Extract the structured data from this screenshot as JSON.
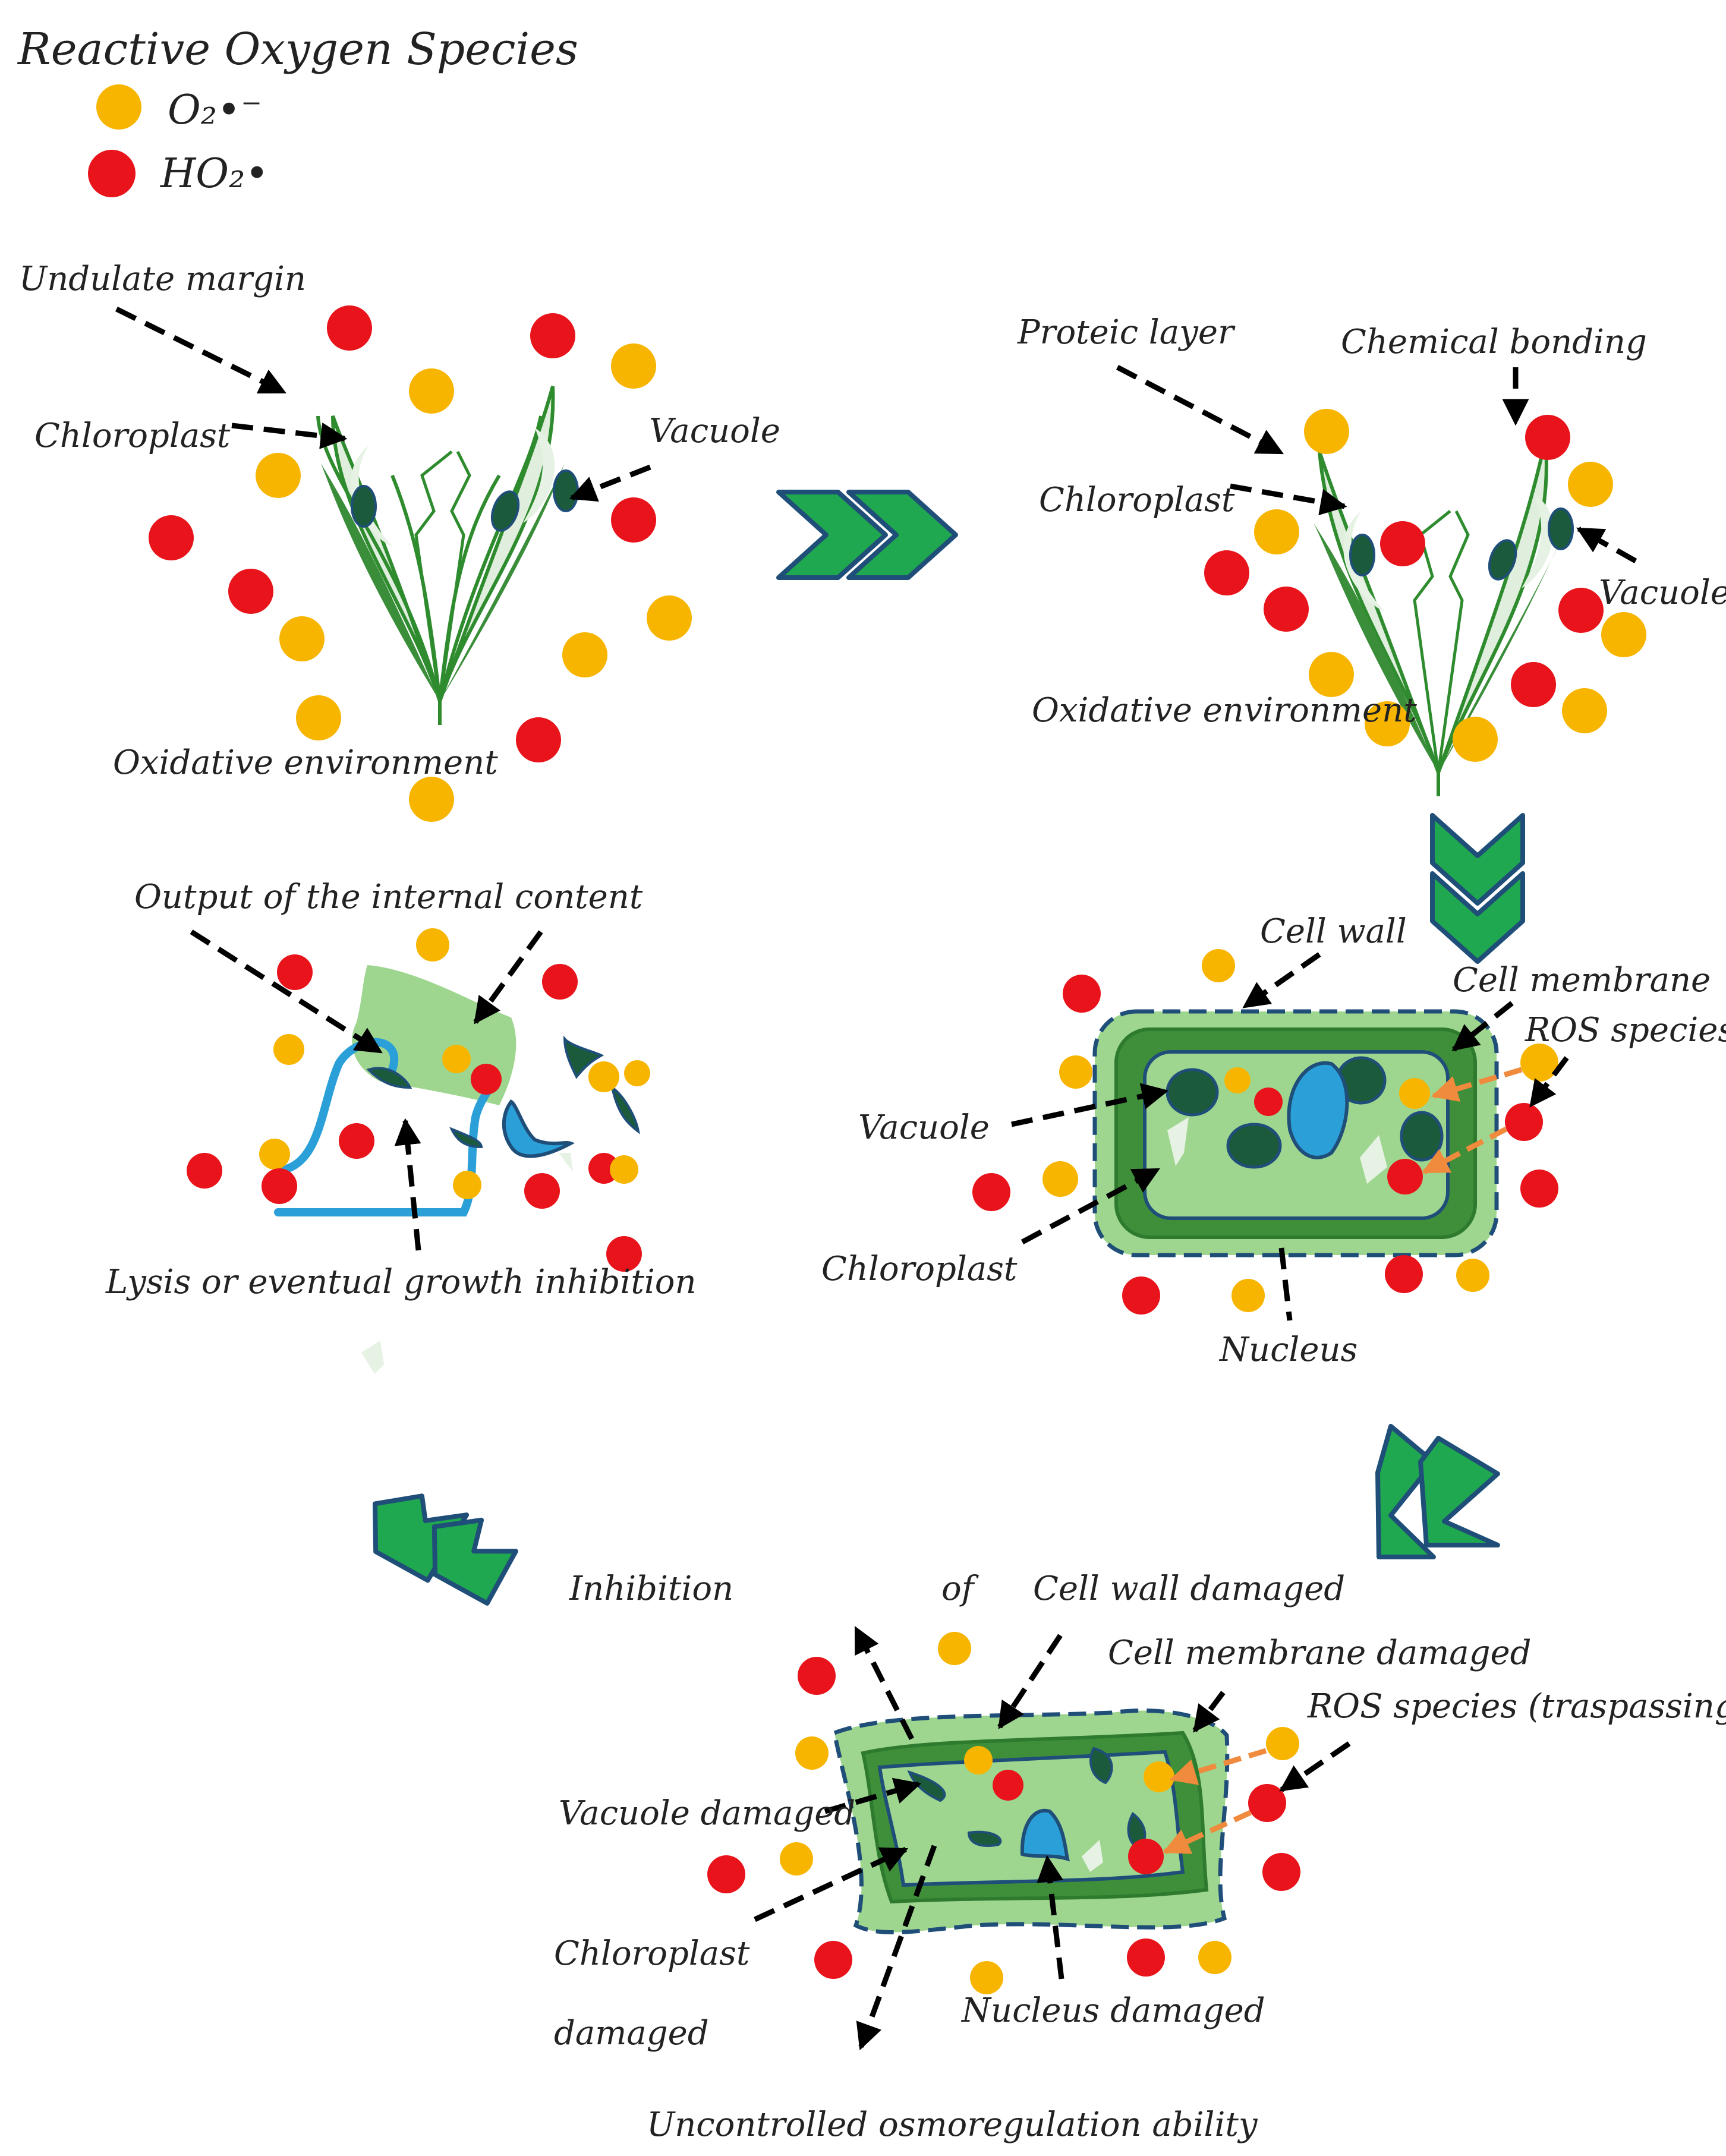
{
  "legend": {
    "title": "Reactive Oxygen Species",
    "superoxide_label": "O₂•⁻",
    "hydroperoxyl_label": "HO₂•",
    "colors": {
      "superoxide": "#f7b500",
      "hydroperoxyl": "#e8131b"
    }
  },
  "panel1": {
    "undulate_margin": "Undulate margin",
    "chloroplast": "Chloroplast",
    "vacuole": "Vacuole",
    "oxidative_environment": "Oxidative environment"
  },
  "panel2": {
    "proteic_layer": "Proteic layer",
    "chemical_bonding": "Chemical bonding",
    "chloroplast": "Chloroplast",
    "vacuole": "Vacuole",
    "oxidative_environment": "Oxidative environment"
  },
  "panel3": {
    "cell_wall": "Cell wall",
    "cell_membrane": "Cell membrane",
    "ros_species": "ROS species",
    "vacuole": "Vacuole",
    "chloroplast": "Chloroplast",
    "nucleus": "Nucleus"
  },
  "panel4": {
    "inhibition": "Inhibition",
    "of": "of",
    "cell_wall_damaged": "Cell wall damaged",
    "cell_membrane_damaged": "Cell membrane damaged",
    "ros_species_trespassing": "ROS species (traspassing)",
    "vacuole_damaged": "Vacuole damaged",
    "chloroplast": "Chloroplast",
    "damaged": "damaged",
    "nucleus_damaged": "Nucleus damaged",
    "uncontrolled_osmoregulation": "Uncontrolled osmoregulation ability"
  },
  "panel5": {
    "output_internal_content": "Output of the internal content",
    "lysis_growth_inhibition": "Lysis or eventual growth inhibition"
  },
  "colors": {
    "leaf_stroke": "#2e8b2e",
    "organelle": "#1b5a3a",
    "cell_light": "#9fd68f",
    "cell_dark": "#3f8f3a",
    "cell_border": "#1f4e79",
    "nucleus": "#2a9fd8",
    "chevron_fill": "#1fa84f",
    "chevron_stroke": "#1f4e79",
    "ros_arrow": "#f08a3c"
  }
}
